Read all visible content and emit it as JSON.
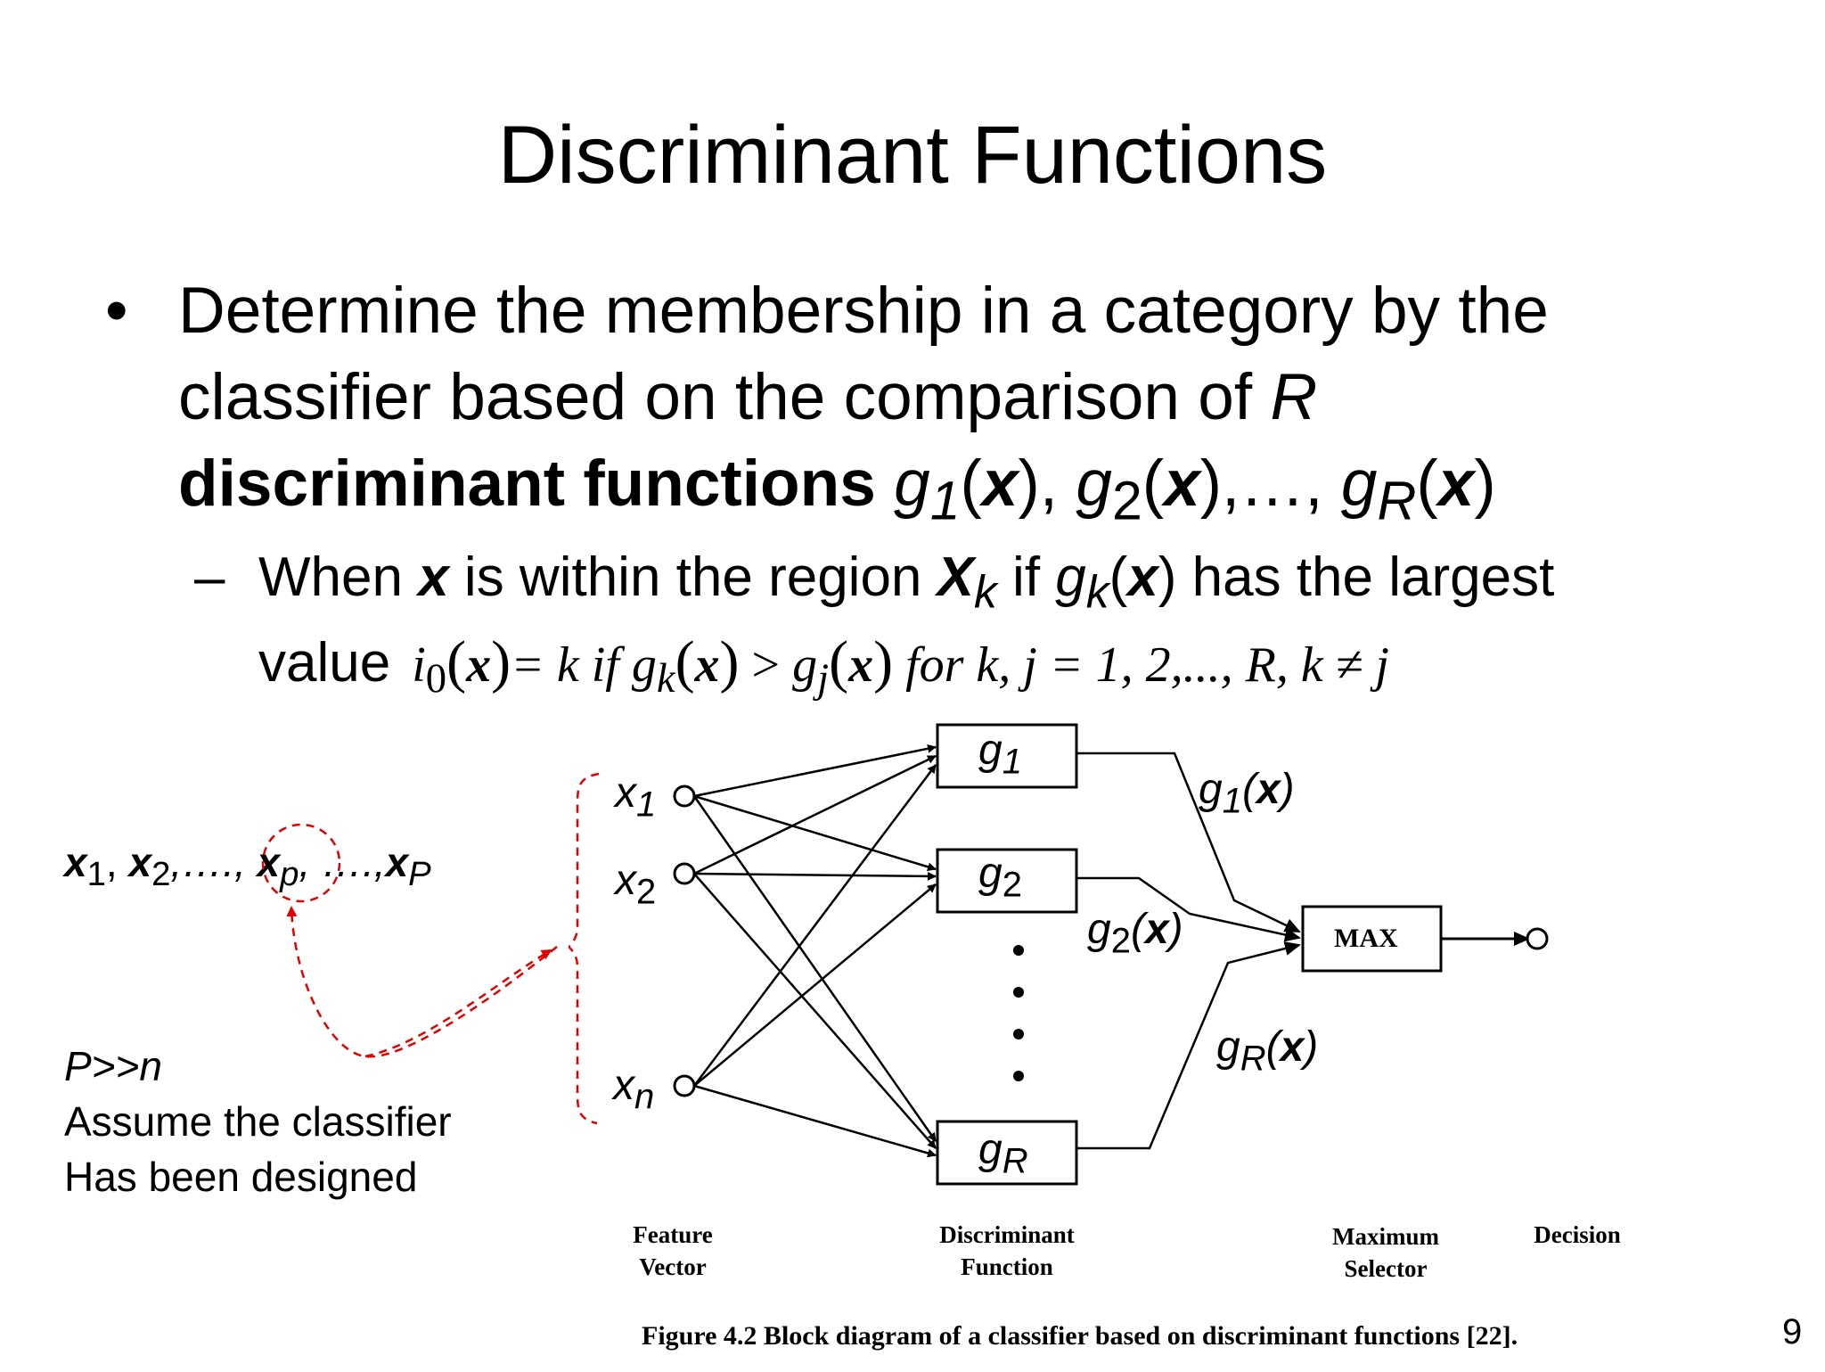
{
  "title": "Discriminant Functions",
  "bullet": {
    "line1": "Determine the membership in a category by the",
    "line2_pre": "classifier based on the comparison of ",
    "line2_R": "R",
    "bold_phrase": "discriminant functions",
    "funcs": [
      "g",
      "1",
      "x",
      "g",
      "2",
      "x",
      "g",
      "R",
      "x"
    ]
  },
  "sub": {
    "when": "When ",
    "x": "x",
    "within": " is within the region ",
    "X": "X",
    "k": "k",
    "if": " if ",
    "g": "g",
    "has_largest": " has the largest",
    "value": "value",
    "formula": {
      "i": "i",
      "zero": "0",
      "eq_k_if": "= k if ",
      "gt": " > ",
      "for_text": " for k, j = 1, 2,..., R, k ≠ j"
    }
  },
  "sequence": {
    "x1": "x",
    "s1": "1",
    "x2": "x",
    "s2": "2",
    "dots1": ",….,",
    "xp": "x",
    "sp": "p",
    "dots2": ", ….,",
    "xP": "x",
    "sP": "P"
  },
  "note": {
    "line1": "P>>n",
    "line2": "Assume the classifier",
    "line3": "Has been designed"
  },
  "diagram": {
    "inputs": [
      {
        "base": "x",
        "sub": "1"
      },
      {
        "base": "x",
        "sub": "2"
      },
      {
        "base": "x",
        "sub": "n"
      }
    ],
    "boxes": [
      {
        "base": "g",
        "sub": "1"
      },
      {
        "base": "g",
        "sub": "2"
      },
      {
        "base": "g",
        "sub": "R"
      }
    ],
    "outputs": [
      {
        "base": "g",
        "sub": "1",
        "arg": "x"
      },
      {
        "base": "g",
        "sub": "2",
        "arg": "x"
      },
      {
        "base": "g",
        "sub": "R",
        "arg": "x"
      }
    ],
    "max_label": "MAX",
    "captions": {
      "feature": "Feature\nVector",
      "discriminant": "Discriminant\nFunction",
      "maximum": "Maximum\nSelector",
      "decision": "Decision"
    },
    "figure_caption": "Figure 4.2 Block diagram of a classifier based on discriminant functions [22]."
  },
  "page_number": "9"
}
